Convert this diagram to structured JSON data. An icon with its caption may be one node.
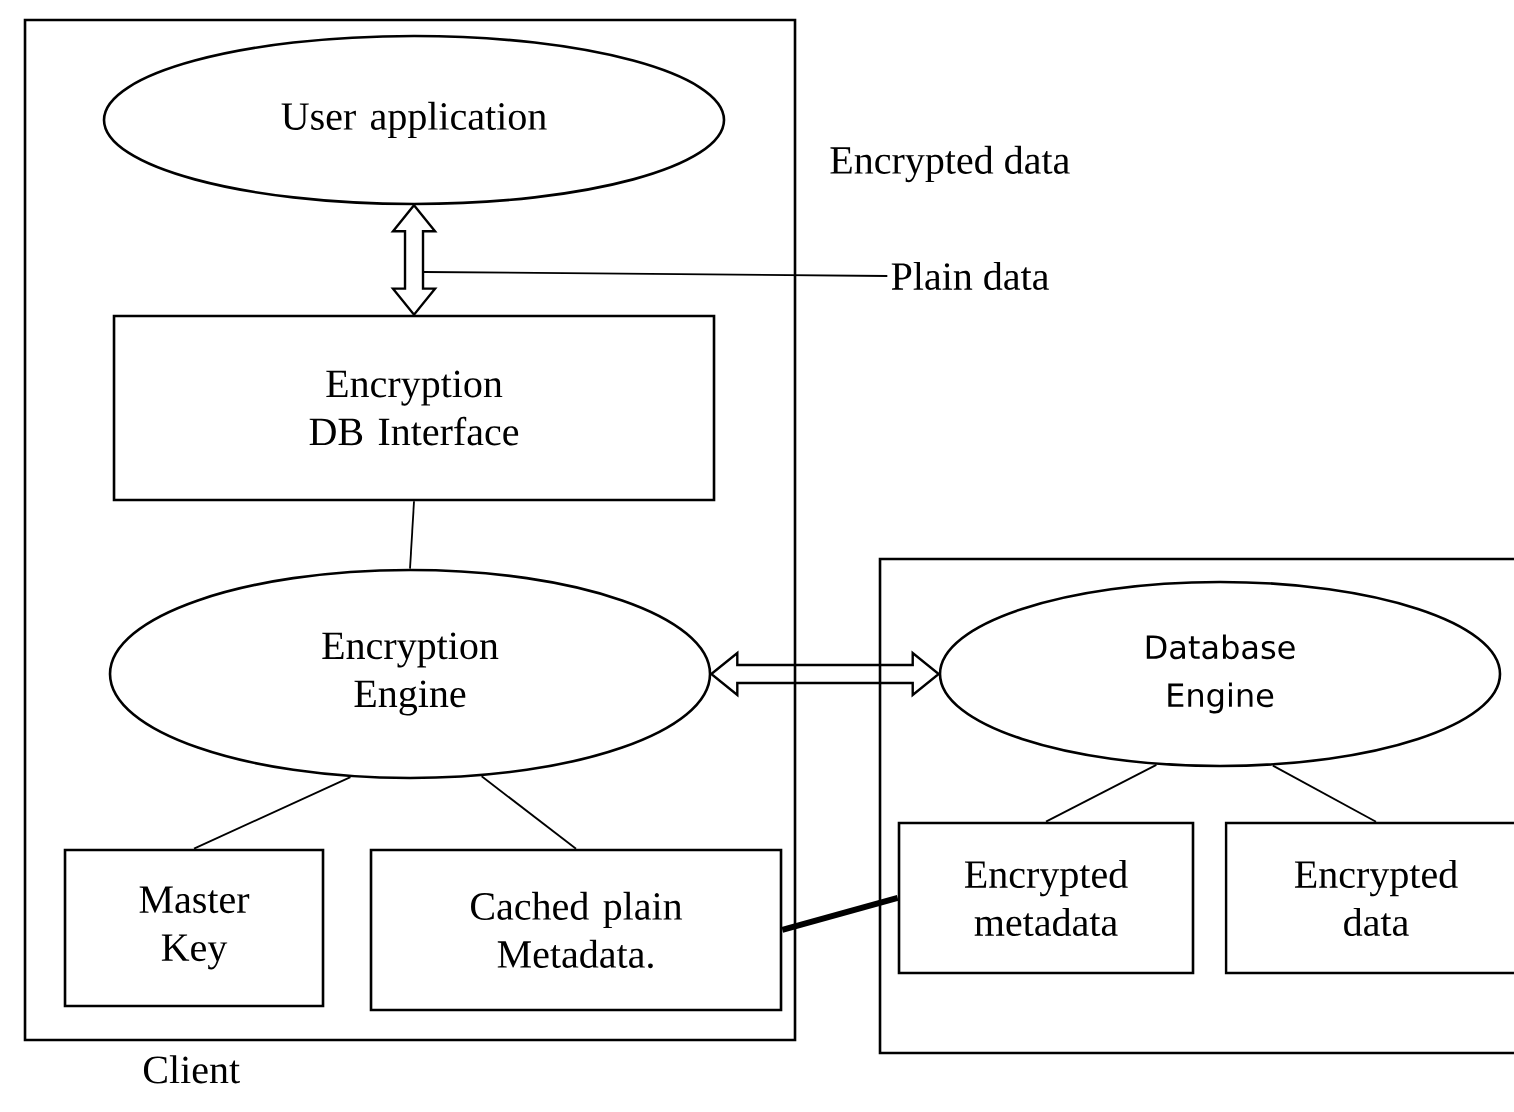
{
  "diagram": {
    "nodes": [
      {
        "text": [
          "Client"
        ]
      },
      {
        "text": [
          "User application"
        ],
        "in": 0
      },
      {
        "text": [
          "Encryption DB Interface"
        ],
        "in": 0
      },
      {
        "text": [
          "Encryption Engine"
        ],
        "in": 0
      },
      {
        "text": [
          "Master Key"
        ],
        "in": 0
      },
      {
        "text": [
          "Cached plain Metadata."
        ],
        "in": 0
      },
      {
        "text": [],
        "shape": "box"
      },
      {
        "text": [
          "Database Engine"
        ],
        "in": 6
      },
      {
        "text": [
          "Encrypted metadata"
        ],
        "in": 6
      },
      {
        "text": [
          "Encrypted data"
        ],
        "in": 6
      },
      {
        "text": [
          "Plain data"
        ]
      }
    ],
    "edges": [
      {
        "from": 1,
        "to": 2,
        "arrow": "both",
        "style": "thick"
      },
      {
        "from": 2,
        "to": 3,
        "arrow": "none"
      },
      {
        "from": 3,
        "to": 7,
        "arrow": "both",
        "style": "thick"
      },
      {
        "from": 3,
        "to": 4,
        "arrow": "none"
      },
      {
        "from": 3,
        "to": 5,
        "arrow": "none"
      },
      {
        "from": 7,
        "to": 8,
        "arrow": "none"
      },
      {
        "from": 7,
        "to": 9,
        "arrow": "none"
      },
      {
        "from": 5,
        "to": 8,
        "arrow": "none",
        "style": "thick"
      },
      {
        "from": 10,
        "to": null,
        "arrow": "none"
      }
    ],
    "labels": [
      "Encrypted data"
    ]
  }
}
